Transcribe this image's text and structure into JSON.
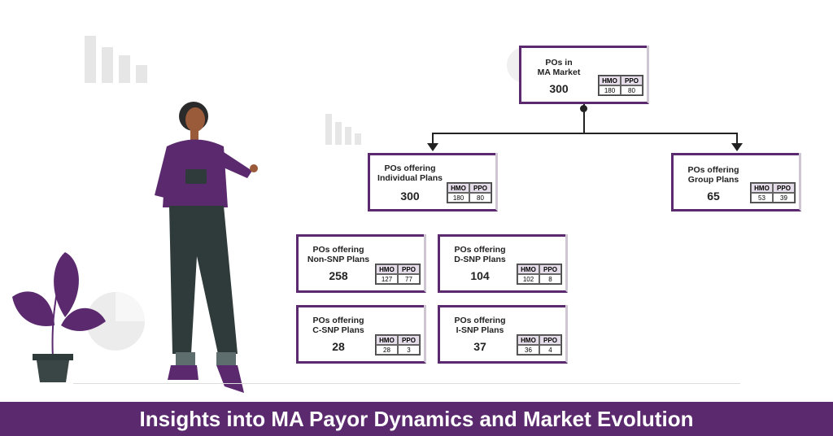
{
  "diagram": {
    "root": {
      "title_line1": "POs in",
      "title_line2": "MA Market",
      "value": "300",
      "hmo_label": "HMO",
      "ppo_label": "PPO",
      "hmo": "180",
      "ppo": "80"
    },
    "individual": {
      "title_line1": "POs offering",
      "title_line2": "Individual Plans",
      "value": "300",
      "hmo_label": "HMO",
      "ppo_label": "PPO",
      "hmo": "180",
      "ppo": "80"
    },
    "group": {
      "title_line1": "POs offering",
      "title_line2": "Group Plans",
      "value": "65",
      "hmo_label": "HMO",
      "ppo_label": "PPO",
      "hmo": "53",
      "ppo": "39"
    },
    "non_snp": {
      "title_line1": "POs offering",
      "title_line2": "Non-SNP Plans",
      "value": "258",
      "hmo_label": "HMO",
      "ppo_label": "PPO",
      "hmo": "127",
      "ppo": "77"
    },
    "d_snp": {
      "title_line1": "POs offering",
      "title_line2": "D-SNP Plans",
      "value": "104",
      "hmo_label": "HMO",
      "ppo_label": "PPO",
      "hmo": "102",
      "ppo": "8"
    },
    "c_snp": {
      "title_line1": "POs offering",
      "title_line2": "C-SNP Plans",
      "value": "28",
      "hmo_label": "HMO",
      "ppo_label": "PPO",
      "hmo": "28",
      "ppo": "3"
    },
    "i_snp": {
      "title_line1": "POs offering",
      "title_line2": "I-SNP Plans",
      "value": "37",
      "hmo_label": "HMO",
      "ppo_label": "PPO",
      "hmo": "36",
      "ppo": "4"
    }
  },
  "banner": {
    "text": "Insights into MA Payor Dynamics and Market Evolution"
  },
  "colors": {
    "brand_purple": "#5b2a6e",
    "light_purple": "#e5dde9"
  },
  "icons": [
    "bar-chart-icon",
    "pie-chart-icon",
    "plant-icon",
    "person-illustration"
  ]
}
